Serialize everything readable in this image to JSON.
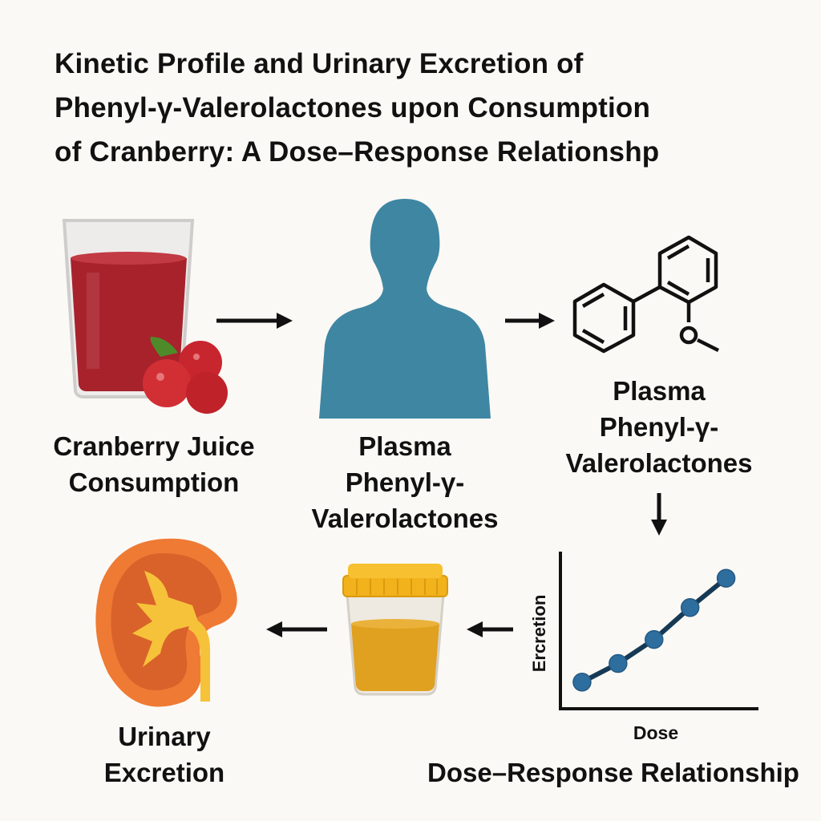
{
  "title": {
    "lines": [
      "Kinetic Profile and Urinary Excretion of",
      "Phenyl-γ-Valerolactones upon Consumption",
      "of Cranberry: A Dose–Response Relationshp"
    ]
  },
  "steps": {
    "juice": {
      "lines": [
        "Cranberry Juice",
        "Consumption"
      ]
    },
    "plasma_body": {
      "lines": [
        "Plasma",
        "Phenyl-γ-",
        "Valerolactones"
      ]
    },
    "plasma_molecule": {
      "lines": [
        "Plasma",
        "Phenyl-γ-",
        "Valerolactones"
      ]
    },
    "urinary": {
      "lines": [
        "Urinary",
        "Excretion"
      ]
    },
    "dose_response": {
      "label": "Dose–Response Relationship"
    }
  },
  "colors": {
    "background": "#fbf9f5",
    "juice": "#a8222c",
    "body": "#3f86a3",
    "urine": "#e0a020",
    "cap": "#f2b21c",
    "kidney": "#ee7a34",
    "chart_point": "#2e6e9e"
  },
  "chart_data": {
    "type": "line",
    "title": "",
    "xlabel": "Dose",
    "ylabel": "Ercretion",
    "x": [
      1,
      2,
      3,
      4,
      5
    ],
    "values": [
      1.0,
      1.7,
      2.6,
      3.8,
      4.9
    ],
    "xlim": [
      0.4,
      5.9
    ],
    "ylim": [
      0,
      5.9
    ],
    "grid": false
  }
}
